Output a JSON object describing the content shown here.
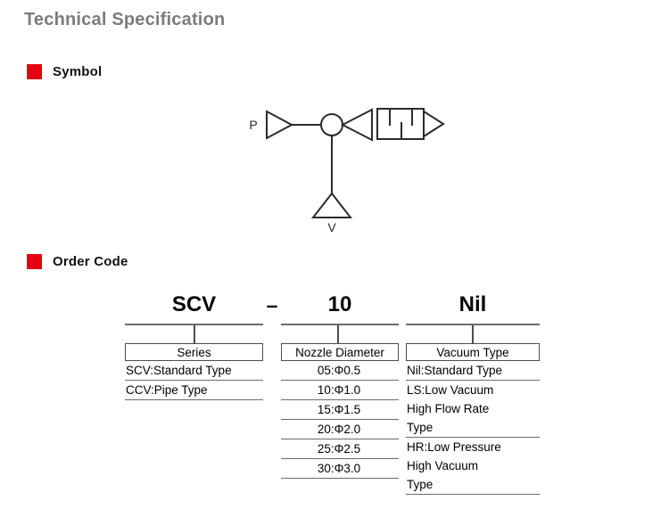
{
  "page_title": "Technical Specification",
  "title_color": "#7c7c7c",
  "accent_color": "#e50012",
  "sections": {
    "symbol": {
      "label": "Symbol",
      "bullet_icon": "red-square-bullet",
      "diagram": {
        "type": "pneumatic-vacuum-ejector-symbol",
        "port_supply_label": "P",
        "port_vacuum_label": "V",
        "components": [
          "supply-arrow-triangle",
          "nozzle-circle",
          "diffuser-triangle",
          "silencer-box",
          "exhaust-triangle",
          "vacuum-port-triangle"
        ]
      }
    },
    "order_code": {
      "label": "Order Code",
      "bullet_icon": "red-square-bullet",
      "code_parts": {
        "series": "SCV",
        "separator": "–",
        "nozzle": "10",
        "vacuum": "Nil"
      },
      "columns": [
        {
          "header": "Series",
          "align": "left",
          "options": [
            {
              "text": "SCV:Standard Type",
              "indent": false,
              "rule": true
            },
            {
              "text": "CCV:Pipe Type",
              "indent": false,
              "rule": true
            }
          ]
        },
        {
          "header": "Nozzle Diameter",
          "align": "center",
          "options": [
            {
              "text": "05:Φ0.5",
              "indent": false,
              "rule": true
            },
            {
              "text": "10:Φ1.0",
              "indent": false,
              "rule": true
            },
            {
              "text": "15:Φ1.5",
              "indent": false,
              "rule": true
            },
            {
              "text": "20:Φ2.0",
              "indent": false,
              "rule": true
            },
            {
              "text": "25:Φ2.5",
              "indent": false,
              "rule": true
            },
            {
              "text": "30:Φ3.0",
              "indent": false,
              "rule": true
            }
          ]
        },
        {
          "header": "Vacuum Type",
          "align": "left",
          "options": [
            {
              "text": "Nil:Standard Type",
              "indent": false,
              "rule": true
            },
            {
              "text": "LS:Low Vacuum",
              "indent": false,
              "rule": false
            },
            {
              "text": "High Flow Rate",
              "indent": true,
              "rule": false
            },
            {
              "text": "Type",
              "indent": true,
              "rule": true
            },
            {
              "text": "HR:Low Pressure",
              "indent": false,
              "rule": false
            },
            {
              "text": "High Vacuum",
              "indent": true,
              "rule": false
            },
            {
              "text": "Type",
              "indent": true,
              "rule": true
            }
          ]
        }
      ]
    }
  }
}
